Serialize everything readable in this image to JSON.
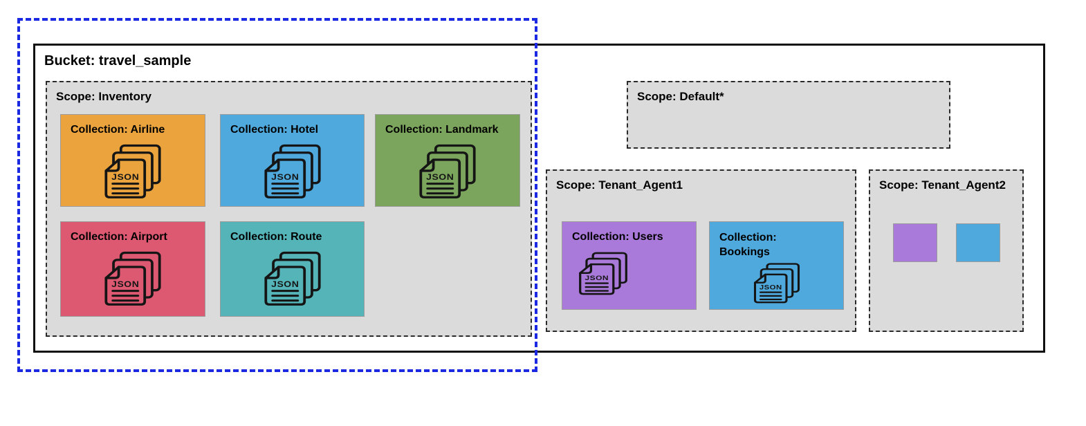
{
  "colors": {
    "cluster_outline": "#1B2AE2",
    "scope_background": "#DBDBDB",
    "bucket_border": "#0F0F0F"
  },
  "bucket": {
    "title": "Bucket: travel_sample"
  },
  "scopes": {
    "inventory": {
      "label": "Scope: Inventory",
      "collections": [
        {
          "label": "Collection: Airline",
          "color": "#EBA33E",
          "icon": "json-documents-icon"
        },
        {
          "label": "Collection: Hotel",
          "color": "#4FA9DC",
          "icon": "json-documents-icon"
        },
        {
          "label": "Collection: Landmark",
          "color": "#7BA55C",
          "icon": "json-documents-icon"
        },
        {
          "label": "Collection: Airport",
          "color": "#DC5971",
          "icon": "json-documents-icon"
        },
        {
          "label": "Collection: Route",
          "color": "#55B4B7",
          "icon": "json-documents-icon"
        }
      ]
    },
    "default": {
      "label": "Scope: Default*",
      "collections": []
    },
    "tenant_agent1": {
      "label": "Scope: Tenant_Agent1",
      "collections": [
        {
          "label": "Collection: Users",
          "color": "#A97AD9",
          "icon": "json-documents-icon"
        },
        {
          "label": "Collection: Bookings",
          "color": "#4FA9DC",
          "icon": "json-documents-icon"
        }
      ]
    },
    "tenant_agent2": {
      "label": "Scope: Tenant_Agent2",
      "collection_swatches": [
        {
          "color": "#A97AD9"
        },
        {
          "color": "#4FA9DC"
        }
      ]
    }
  }
}
